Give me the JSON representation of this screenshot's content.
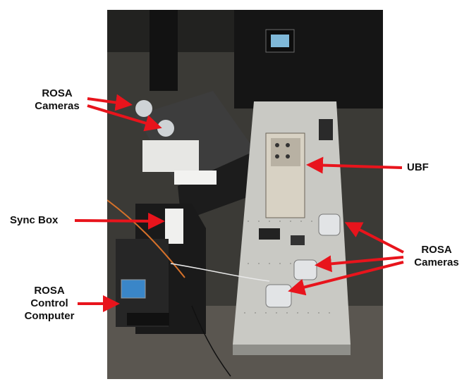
{
  "labels": {
    "rosa_cameras_top_left": [
      "ROSA",
      "Cameras"
    ],
    "sync_box": [
      "Sync Box"
    ],
    "rosa_control_computer": [
      "ROSA",
      "Control",
      "Computer"
    ],
    "ubf": [
      "UBF"
    ],
    "rosa_cameras_right": [
      "ROSA",
      "Cameras"
    ]
  },
  "colors": {
    "arrow": "#e8141c",
    "label_text": "#111111",
    "table_surface": "#c9c9c4",
    "lab_dark": "#1e1e1e"
  }
}
